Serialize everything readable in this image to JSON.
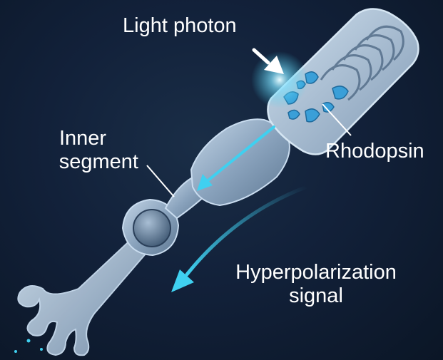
{
  "diagram": {
    "labels": {
      "light_photon": "Light photon",
      "inner_segment_line1": "Inner",
      "inner_segment_line2": "segment",
      "rhodopsin": "Rhodopsin",
      "hyperpolarization_line1": "Hyperpolarization",
      "hyperpolarization_line2": "signal"
    }
  },
  "colors": {
    "background": "#0f1c2e",
    "cell_body": "#9bb4cc",
    "cell_outline": "#c9dcef",
    "accent_arrow": "#3fd0f0",
    "rhodopsin": "#3a9fd8",
    "label_text": "#ffffff"
  }
}
